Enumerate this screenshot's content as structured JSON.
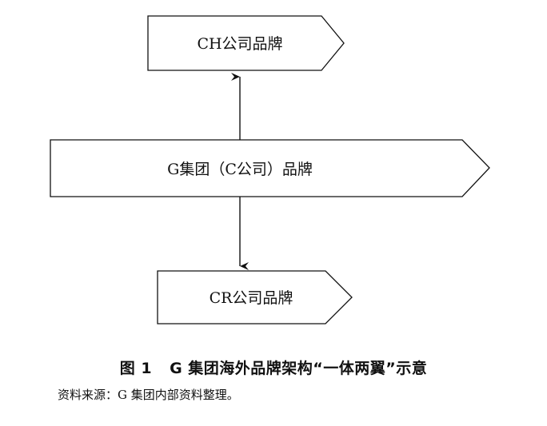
{
  "diagram": {
    "nodes": {
      "top": "CH公司品牌",
      "middle": "G集团（C公司）品牌",
      "bottom": "CR公司品牌"
    },
    "edges": [
      {
        "from": "middle",
        "to": "top"
      },
      {
        "from": "middle",
        "to": "bottom"
      }
    ]
  },
  "caption": {
    "figure_no": "图 1",
    "title": "G 集团海外品牌架构“一体两翼”示意"
  },
  "source": "资料来源：G 集团内部资料整理。"
}
